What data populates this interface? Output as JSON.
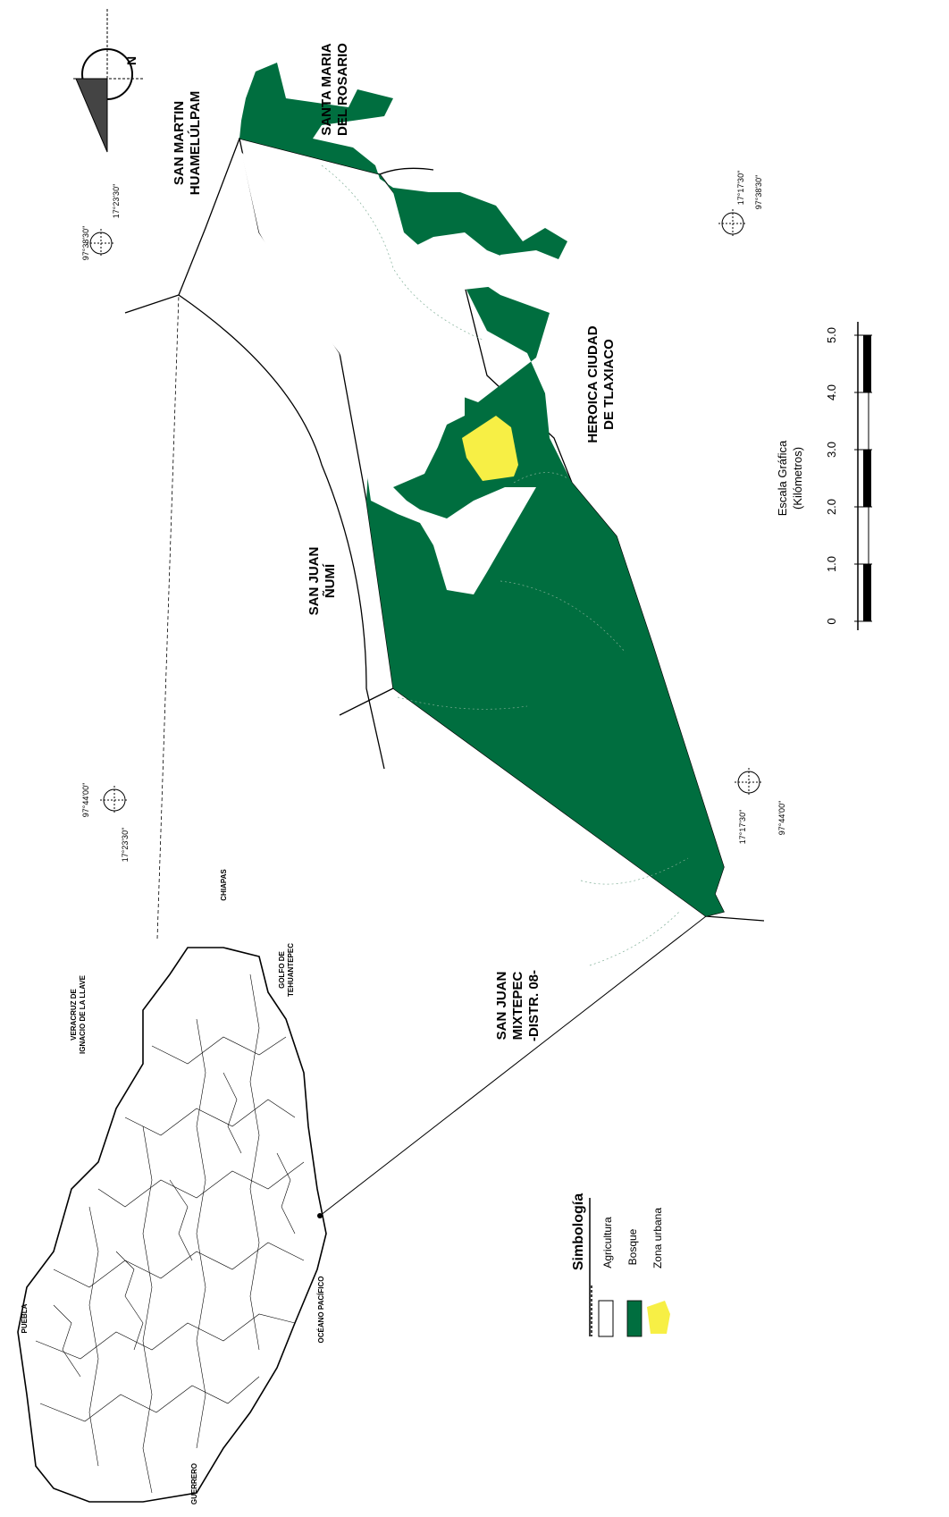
{
  "municipalities": {
    "san_martin": [
      "SAN MARTIN",
      "HUAMELÚLPAM"
    ],
    "santa_maria": [
      "SANTA MARIA",
      "DEL ROSARIO"
    ],
    "tlaxiaco": [
      "HEROICA CIUDAD",
      "DE TLAXIACO"
    ],
    "san_juan_numi": [
      "SAN JUAN",
      "ÑUMÍ"
    ],
    "san_juan_mixtepec": [
      "SAN JUAN",
      "MIXTEPEC",
      "-DISTR. 08-"
    ]
  },
  "state_neighbors": {
    "veracruz": [
      "VERACRUZ DE",
      "IGNACIO DE LA LLAVE"
    ],
    "chiapas": "CHIAPAS",
    "golfo": [
      "GOLFO DE",
      "TEHUANTEPEC"
    ],
    "puebla": "PUEBLA",
    "guerrero": "GUERRERO",
    "oceano": "OCÉANO PACÍFICO"
  },
  "coordinates": {
    "nw": [
      "97°38'30\"",
      "17°23'30\""
    ],
    "sw": [
      "97°44'00\"",
      "17°23'30\""
    ],
    "ne": [
      "17°17'30\"",
      "97°38'30\""
    ],
    "se": [
      "17°17'30\"",
      "97°44'00\""
    ]
  },
  "north_label": "N",
  "scale": {
    "title": "Escala Gráfica",
    "unit": "(Kilómetros)",
    "ticks": [
      "0",
      "1.0",
      "2.0",
      "3.0",
      "4.0",
      "5.0"
    ]
  },
  "legend": {
    "title": "Simbología",
    "items": [
      {
        "label": "Agricultura",
        "color": "#ffffff"
      },
      {
        "label": "Bosque",
        "color": "#006e3f"
      },
      {
        "label": "Zona urbana",
        "color": "#f7ef45"
      }
    ]
  },
  "colors": {
    "forest": "#006e3f",
    "urban": "#f7ef45",
    "agriculture": "#ffffff"
  }
}
